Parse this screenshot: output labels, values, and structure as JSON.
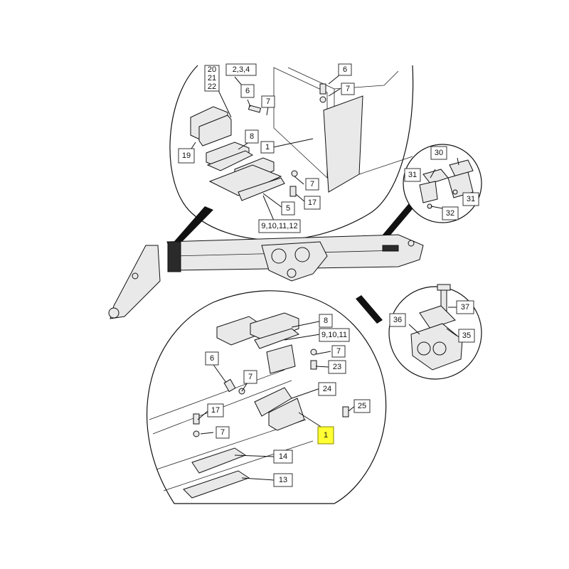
{
  "diagram": {
    "highlight_color": "#ffff33",
    "callouts": [
      {
        "id": "c-20-21-22",
        "lines": [
          "20",
          "21",
          "22"
        ]
      },
      {
        "id": "c-2-3-4",
        "lines": [
          "2,3,4"
        ]
      },
      {
        "id": "c-6-top",
        "lines": [
          "6"
        ]
      },
      {
        "id": "c-7-top",
        "lines": [
          "7"
        ]
      },
      {
        "id": "c-6-left",
        "lines": [
          "6"
        ]
      },
      {
        "id": "c-7-left",
        "lines": [
          "7"
        ]
      },
      {
        "id": "c-8-top",
        "lines": [
          "8"
        ]
      },
      {
        "id": "c-1-top",
        "lines": [
          "1"
        ]
      },
      {
        "id": "c-19",
        "lines": [
          "19"
        ]
      },
      {
        "id": "c-7-mid",
        "lines": [
          "7"
        ]
      },
      {
        "id": "c-17-top",
        "lines": [
          "17"
        ]
      },
      {
        "id": "c-5",
        "lines": [
          "5"
        ]
      },
      {
        "id": "c-9-10-11-12",
        "lines": [
          "9,10,11,12"
        ]
      },
      {
        "id": "c-30",
        "lines": [
          "30"
        ]
      },
      {
        "id": "c-31-left",
        "lines": [
          "31"
        ]
      },
      {
        "id": "c-31-right",
        "lines": [
          "31"
        ]
      },
      {
        "id": "c-32",
        "lines": [
          "32"
        ]
      },
      {
        "id": "c-37",
        "lines": [
          "37"
        ]
      },
      {
        "id": "c-36",
        "lines": [
          "36"
        ]
      },
      {
        "id": "c-35",
        "lines": [
          "35"
        ]
      },
      {
        "id": "c-8-bottom",
        "lines": [
          "8"
        ]
      },
      {
        "id": "c-9-10-11",
        "lines": [
          "9,10,11"
        ]
      },
      {
        "id": "c-7-b1",
        "lines": [
          "7"
        ]
      },
      {
        "id": "c-23",
        "lines": [
          "23"
        ]
      },
      {
        "id": "c-6-bottom",
        "lines": [
          "6"
        ]
      },
      {
        "id": "c-7-b2",
        "lines": [
          "7"
        ]
      },
      {
        "id": "c-24",
        "lines": [
          "24"
        ]
      },
      {
        "id": "c-25",
        "lines": [
          "25"
        ]
      },
      {
        "id": "c-17-bottom",
        "lines": [
          "17"
        ]
      },
      {
        "id": "c-7-b3",
        "lines": [
          "7"
        ]
      },
      {
        "id": "c-1-bottom",
        "lines": [
          "1"
        ],
        "highlighted": true
      },
      {
        "id": "c-14",
        "lines": [
          "14"
        ]
      },
      {
        "id": "c-13",
        "lines": [
          "13"
        ]
      }
    ]
  }
}
